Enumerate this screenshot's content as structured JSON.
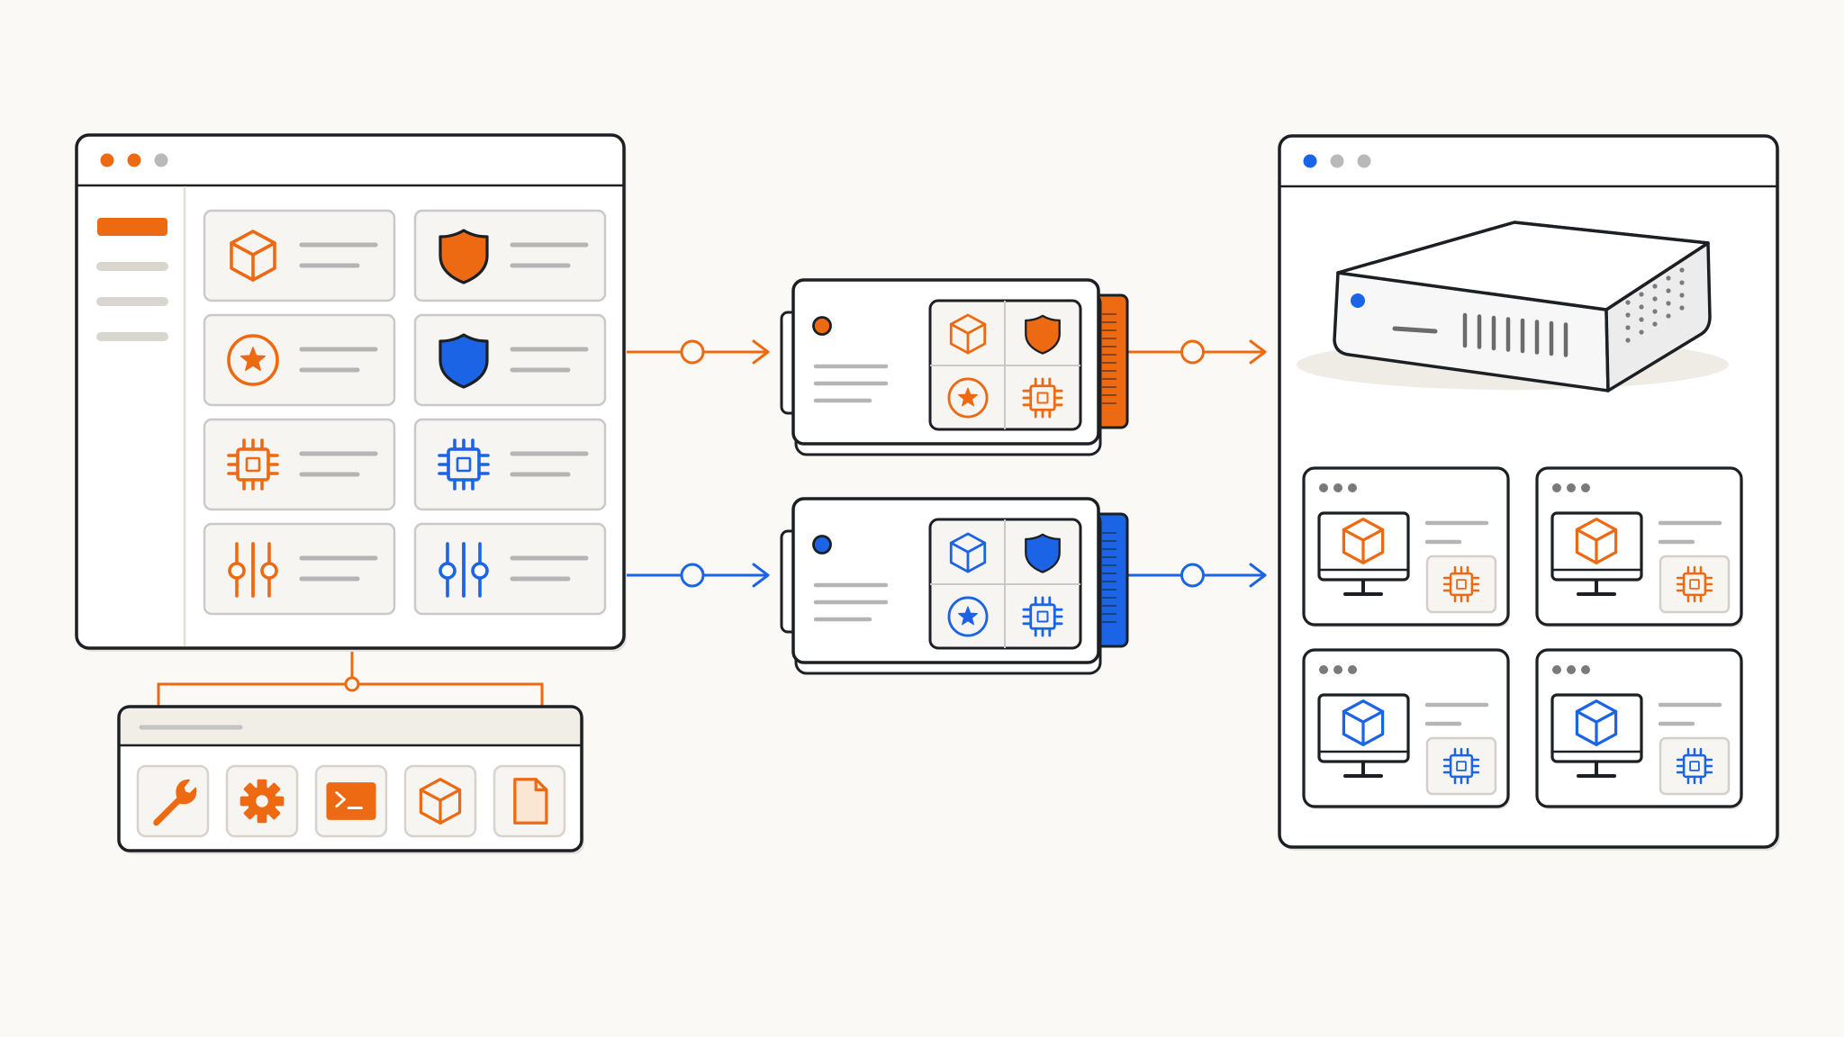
{
  "colors": {
    "orange": "#ee6a12",
    "blue": "#1c64e6",
    "ink": "#1c2024",
    "line_gray": "#bdbdbd",
    "dot_gray": "#b9b9b9",
    "panel_fill": "#ffffff",
    "card_fill": "#f7f5f2",
    "card_border": "#c9c9c9",
    "background": "#fbf9f5"
  },
  "source_window": {
    "titlebar_dots": [
      "orange",
      "orange",
      "gray"
    ],
    "sidebar_items": [
      "active",
      "inactive",
      "inactive",
      "inactive"
    ],
    "tiles": [
      {
        "icon": "cube-icon",
        "color": "orange"
      },
      {
        "icon": "shield-icon",
        "color": "orange"
      },
      {
        "icon": "star-badge-icon",
        "color": "orange"
      },
      {
        "icon": "shield-icon",
        "color": "blue"
      },
      {
        "icon": "chip-icon",
        "color": "orange"
      },
      {
        "icon": "chip-icon",
        "color": "blue"
      },
      {
        "icon": "sliders-icon",
        "color": "orange"
      },
      {
        "icon": "sliders-icon",
        "color": "blue"
      }
    ]
  },
  "toolbox": {
    "tools": [
      {
        "icon": "wrench-icon"
      },
      {
        "icon": "gear-icon"
      },
      {
        "icon": "terminal-icon"
      },
      {
        "icon": "cube-icon"
      },
      {
        "icon": "document-icon"
      }
    ]
  },
  "packages": [
    {
      "color": "orange",
      "icons": [
        "cube-icon",
        "shield-icon",
        "star-badge-icon",
        "chip-icon"
      ]
    },
    {
      "color": "blue",
      "icons": [
        "cube-icon",
        "shield-icon",
        "star-badge-icon",
        "chip-icon"
      ]
    }
  ],
  "target_window": {
    "titlebar_dots": [
      "blue",
      "gray",
      "gray"
    ],
    "server": {
      "icon": "server-appliance-icon"
    },
    "clients": [
      {
        "color": "orange",
        "icons": [
          "monitor-cube-icon",
          "chip-icon"
        ]
      },
      {
        "color": "orange",
        "icons": [
          "monitor-cube-icon",
          "chip-icon"
        ]
      },
      {
        "color": "blue",
        "icons": [
          "monitor-cube-icon",
          "chip-icon"
        ]
      },
      {
        "color": "blue",
        "icons": [
          "monitor-cube-icon",
          "chip-icon"
        ]
      }
    ]
  },
  "connectors": [
    {
      "from": "source-window",
      "to": "orange-package",
      "color": "orange"
    },
    {
      "from": "source-window",
      "to": "blue-package",
      "color": "blue"
    },
    {
      "from": "orange-package",
      "to": "target-window",
      "color": "orange"
    },
    {
      "from": "blue-package",
      "to": "target-window",
      "color": "blue"
    },
    {
      "from": "source-window",
      "to": "toolbox",
      "color": "orange"
    },
    {
      "from": "server",
      "to": "clients",
      "color": "blue"
    }
  ]
}
